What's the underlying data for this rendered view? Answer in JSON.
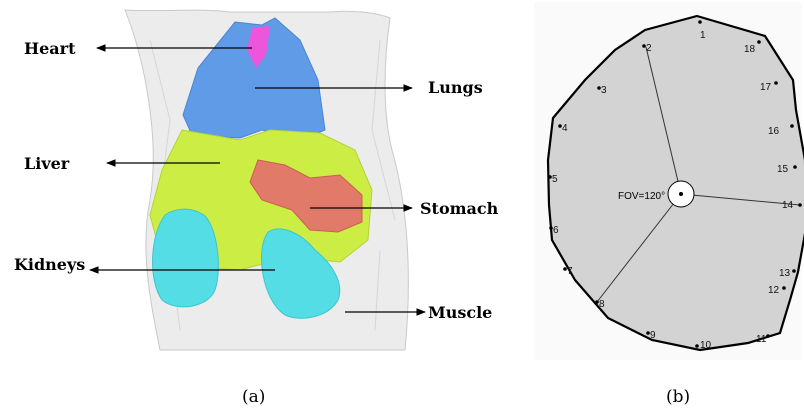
{
  "panel_a": {
    "caption": "(a)",
    "labels": {
      "heart": "Heart",
      "lungs": "Lungs",
      "liver": "Liver",
      "stomach": "Stomach",
      "kidneys": "Kidneys",
      "muscle": "Muscle"
    },
    "colors": {
      "heart": "#ee55dd",
      "lungs": "#5f9be6",
      "liver": "#ccee44",
      "stomach": "#e27a6a",
      "kidneys": "#55dde6",
      "body": "#e8e8e8"
    }
  },
  "panel_b": {
    "caption": "(b)",
    "fov_label": "FOV=120°",
    "sensor_labels": [
      "1",
      "2",
      "3",
      "4",
      "5",
      "6",
      "7",
      "8",
      "9",
      "10",
      "11",
      "12",
      "13",
      "14",
      "15",
      "16",
      "17",
      "18"
    ],
    "colors": {
      "region": "#d3d3d3",
      "outline": "#000000"
    }
  }
}
